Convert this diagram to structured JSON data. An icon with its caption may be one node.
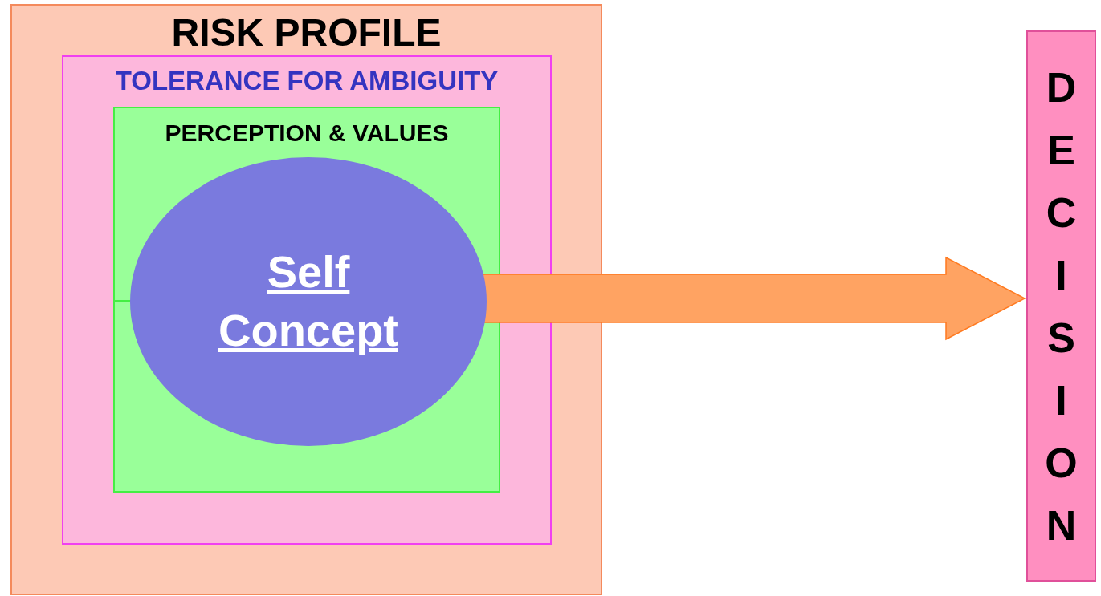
{
  "diagram": {
    "nodes": [
      {
        "text": [
          "RISK PROFILE"
        ]
      },
      {
        "text": [
          "TOLERANCE FOR AMBIGUITY"
        ],
        "in": 0
      },
      {
        "text": [
          "PERCEPTION & VALUES"
        ],
        "in": 1
      },
      {
        "text": [
          "Self Concept"
        ],
        "in": 2
      },
      {
        "text": [
          "DECISION"
        ]
      }
    ],
    "edges": [
      {
        "from": 3,
        "to": 4,
        "arrow": "to",
        "style": "thick"
      }
    ]
  }
}
